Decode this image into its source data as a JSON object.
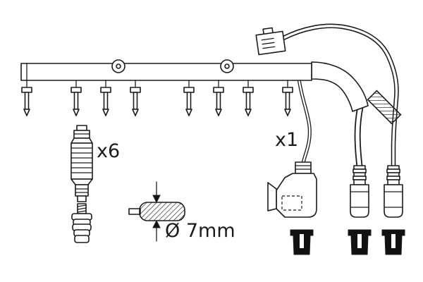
{
  "colors": {
    "line": "#1c1c1c",
    "background": "#ffffff",
    "boot_fill": "#111111"
  },
  "labels": {
    "x6": "x6",
    "x1": "x1",
    "diameter": "Ø 7mm"
  }
}
